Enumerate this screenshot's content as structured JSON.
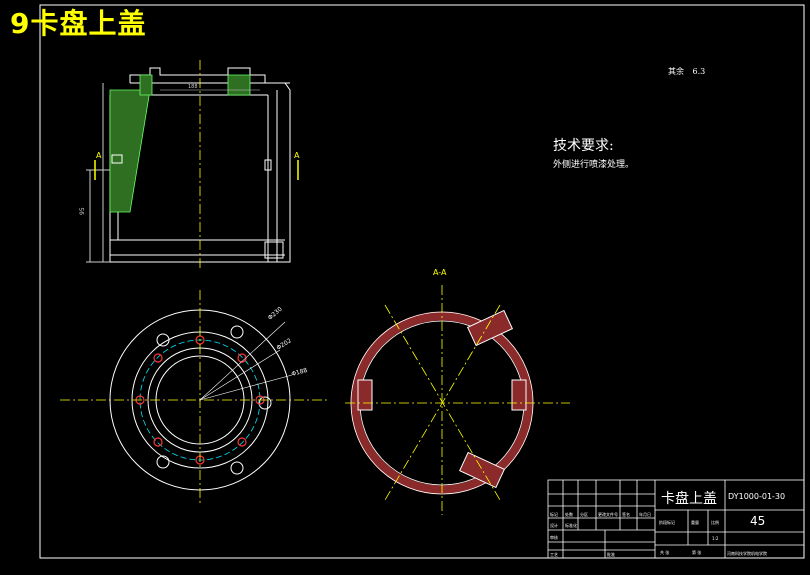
{
  "drawing_title": "9卡盘上盖",
  "material_label": "其余",
  "roughness_mark": "6.3",
  "technical_requirements": {
    "heading": "技术要求:",
    "item_1": "外侧进行喷漆处理。"
  },
  "section_labels": {
    "section_view": "A-A",
    "cut_left": "A",
    "cut_right": "A"
  },
  "dimensions": {
    "d_outer": "Φ230",
    "d_mid": "Φ202",
    "d_pcd": "Φ188",
    "h_total": "95",
    "top_width": "188"
  },
  "title_block": {
    "part_name": "卡盘上盖",
    "drawing_no": "DY1000-01-30",
    "sheet_qty": "45",
    "scale": "1:2",
    "school": "河南科技学院机电学院",
    "row_labels": [
      "标记",
      "处数",
      "分区",
      "更改文件号",
      "签名",
      "年月日"
    ],
    "role_labels": [
      "设计",
      "审核",
      "工艺"
    ],
    "stage_labels": [
      "阶段标记",
      "重量",
      "比例"
    ],
    "sheet_labels": [
      "共 张",
      "第 张"
    ],
    "std_label": "标准化",
    "approve_label": "批准"
  }
}
